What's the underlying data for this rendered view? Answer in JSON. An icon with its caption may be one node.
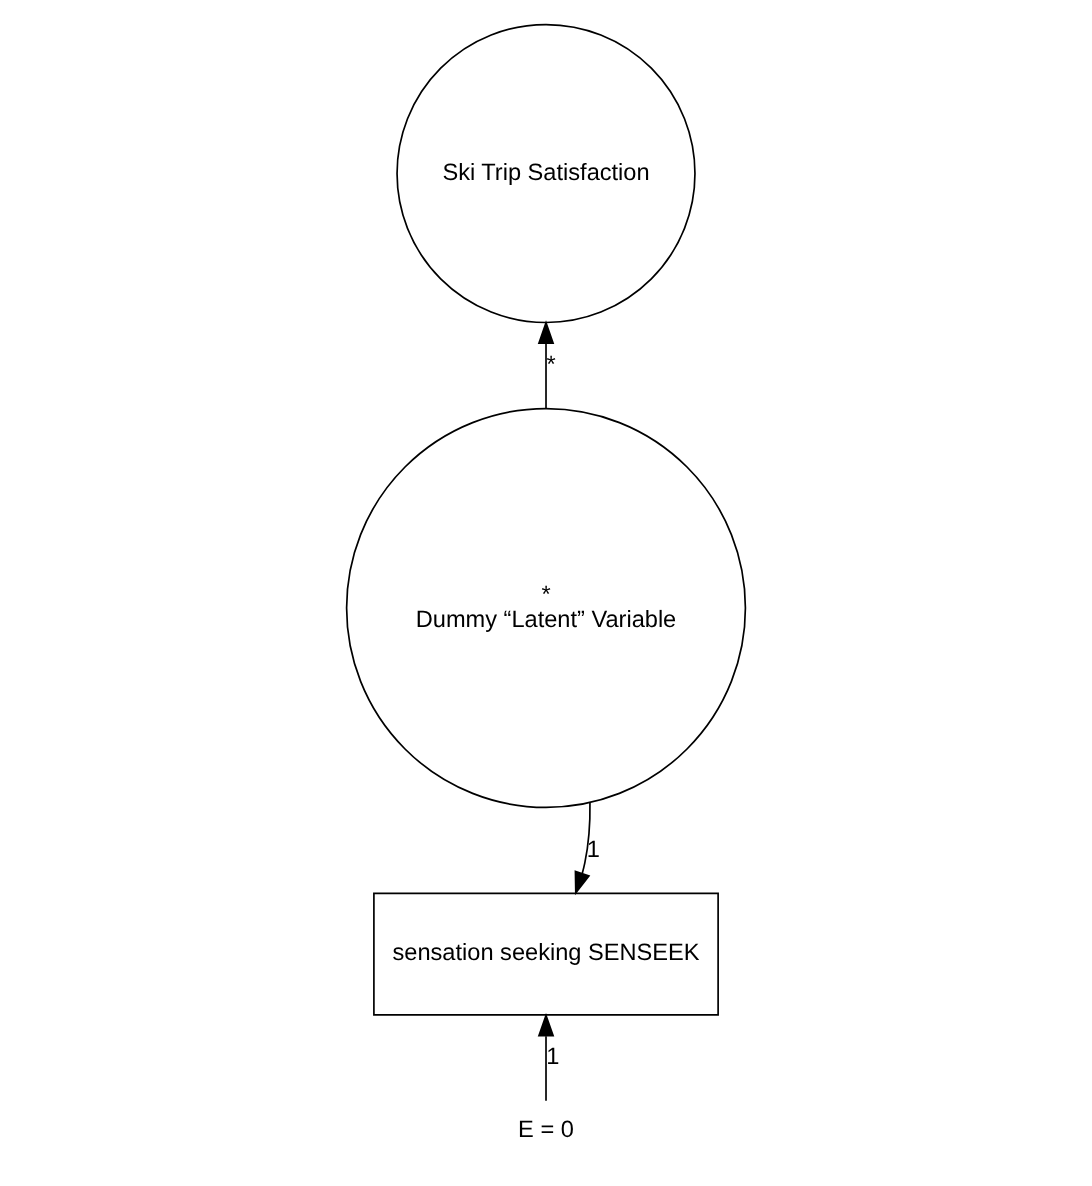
{
  "diagram": {
    "nodes": [
      {
        "text": [
          "Ski Trip Satisfaction"
        ]
      },
      {
        "text": [
          "*",
          "Dummy “Latent” Variable"
        ]
      },
      {
        "text": [
          "sensation seeking SENSEEK"
        ]
      },
      {
        "text": [
          "E = 0"
        ]
      }
    ],
    "edges": [
      {
        "from": 1,
        "to": 0,
        "arrow": "to",
        "label": "*"
      },
      {
        "from": 1,
        "to": 2,
        "arrow": "to",
        "label": "1"
      },
      {
        "from": 3,
        "to": 2,
        "arrow": "to",
        "label": "1"
      }
    ]
  }
}
